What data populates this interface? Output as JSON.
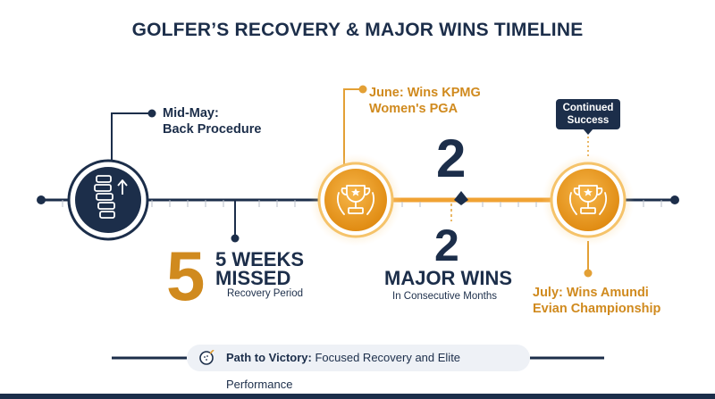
{
  "title": "GOLFER’S RECOVERY & MAJOR WINS TIMELINE",
  "events": {
    "mid_may": {
      "line1": "Mid-May:",
      "line2": "Back Procedure"
    },
    "june": {
      "line1": "June: Wins KPMG",
      "line2": "Women's PGA"
    },
    "continued": {
      "line1": "Continued",
      "line2": "Success"
    },
    "july": {
      "line1": "July: Wins Amundi",
      "line2": "Evian Championship"
    }
  },
  "stats": {
    "weeks_number": "5",
    "weeks_line1": "5 WEEKS",
    "weeks_line2": "MISSED",
    "weeks_caption": "Recovery Period",
    "wins_top_number": "2",
    "wins_number": "2",
    "wins_label": "MAJOR WINS",
    "wins_caption": "In Consecutive Months"
  },
  "footer": {
    "bold": "Path to Victory:",
    "text": " Focused Recovery and Elite Performance"
  },
  "colors": {
    "navy": "#1c2e4a",
    "gold": "#e8a230",
    "light_gold": "#fbe3b6"
  },
  "icons": [
    "spine-icon",
    "trophy-icon",
    "trophy-icon",
    "golf-ball-icon"
  ]
}
